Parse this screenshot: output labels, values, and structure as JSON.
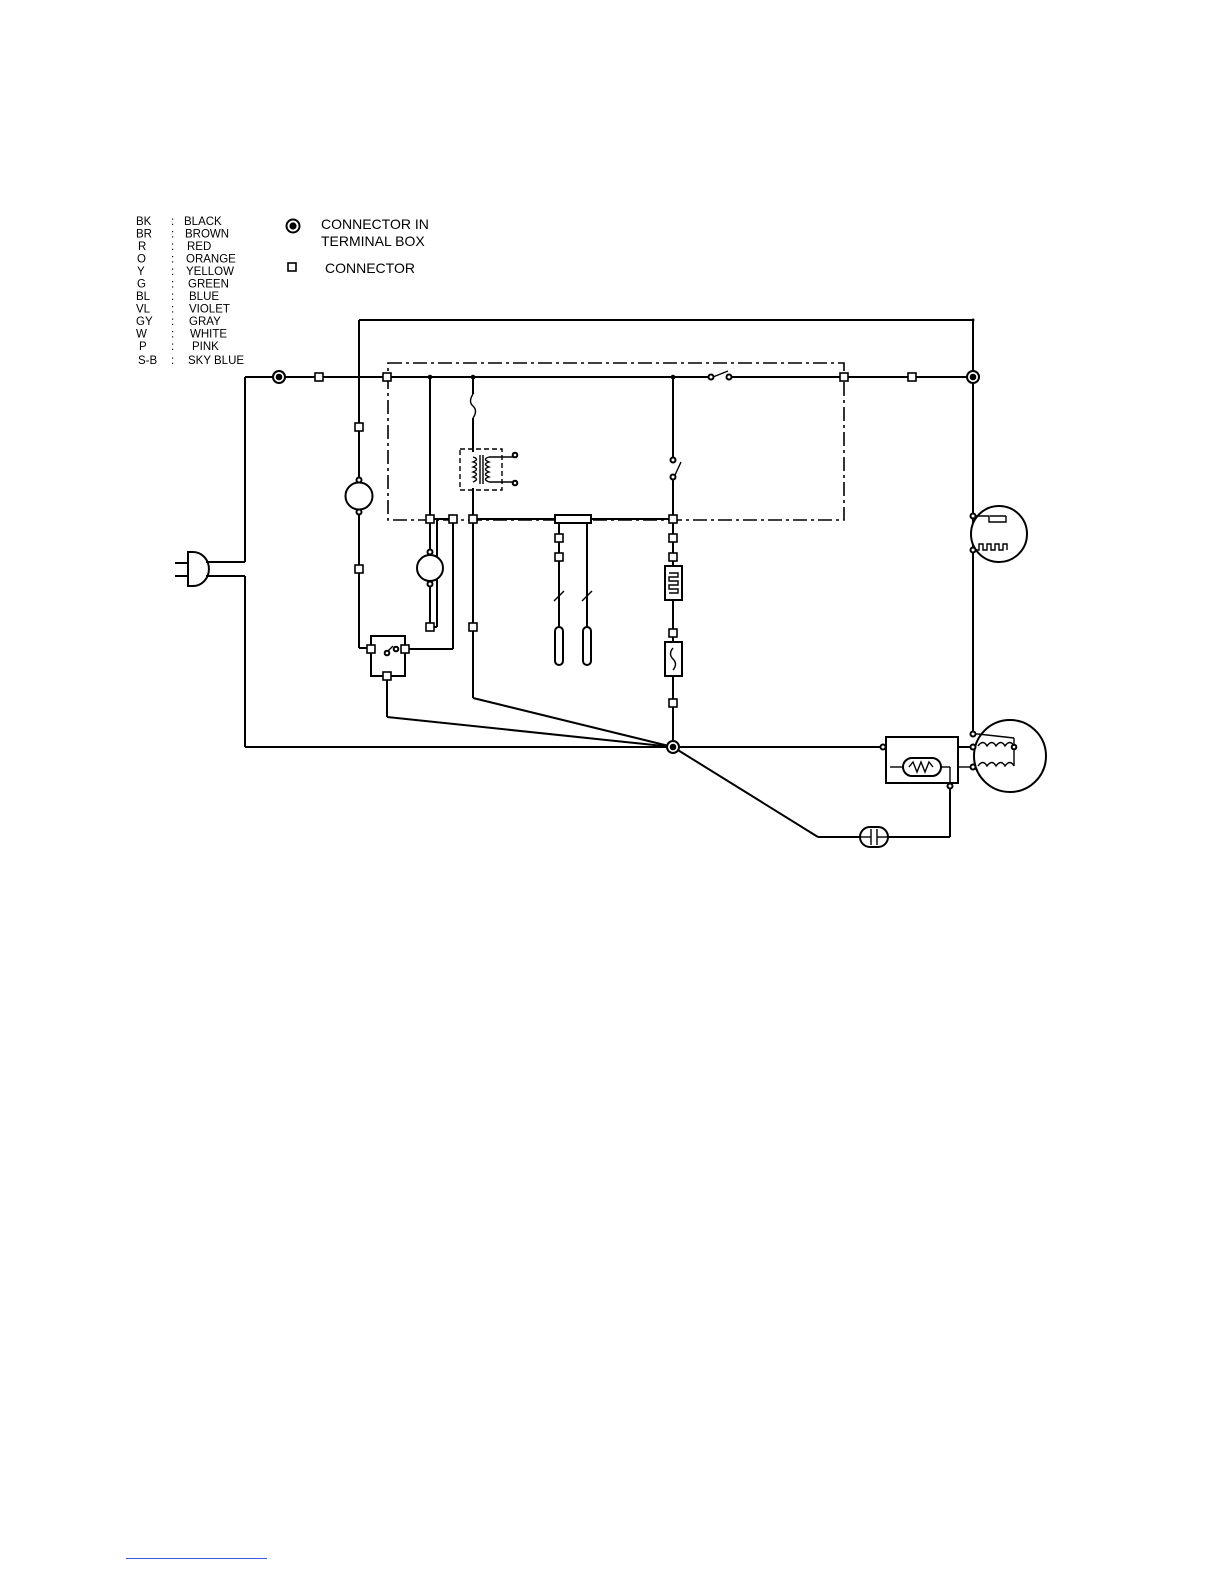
{
  "legend": {
    "entries": [
      {
        "code": "BK",
        "name": "BLACK"
      },
      {
        "code": "BR",
        "name": "BROWN"
      },
      {
        "code": "R",
        "name": "RED"
      },
      {
        "code": "O",
        "name": "ORANGE"
      },
      {
        "code": "Y",
        "name": "YELLOW"
      },
      {
        "code": "G",
        "name": "GREEN"
      },
      {
        "code": "BL",
        "name": "BLUE"
      },
      {
        "code": "VL",
        "name": "VIOLET"
      },
      {
        "code": "GY",
        "name": "GRAY"
      },
      {
        "code": "W",
        "name": "WHITE"
      },
      {
        "code": "P",
        "name": "PINK"
      },
      {
        "code": "S-B",
        "name": "SKY BLUE"
      }
    ],
    "separator": ":"
  },
  "key": {
    "terminal_box_line1": "CONNECTOR IN",
    "terminal_box_line2": "TERMINAL BOX",
    "connector": "CONNECTOR"
  },
  "colors": {
    "line": "#000000",
    "background": "#ffffff",
    "footer_rule": "#3b5bdb"
  }
}
